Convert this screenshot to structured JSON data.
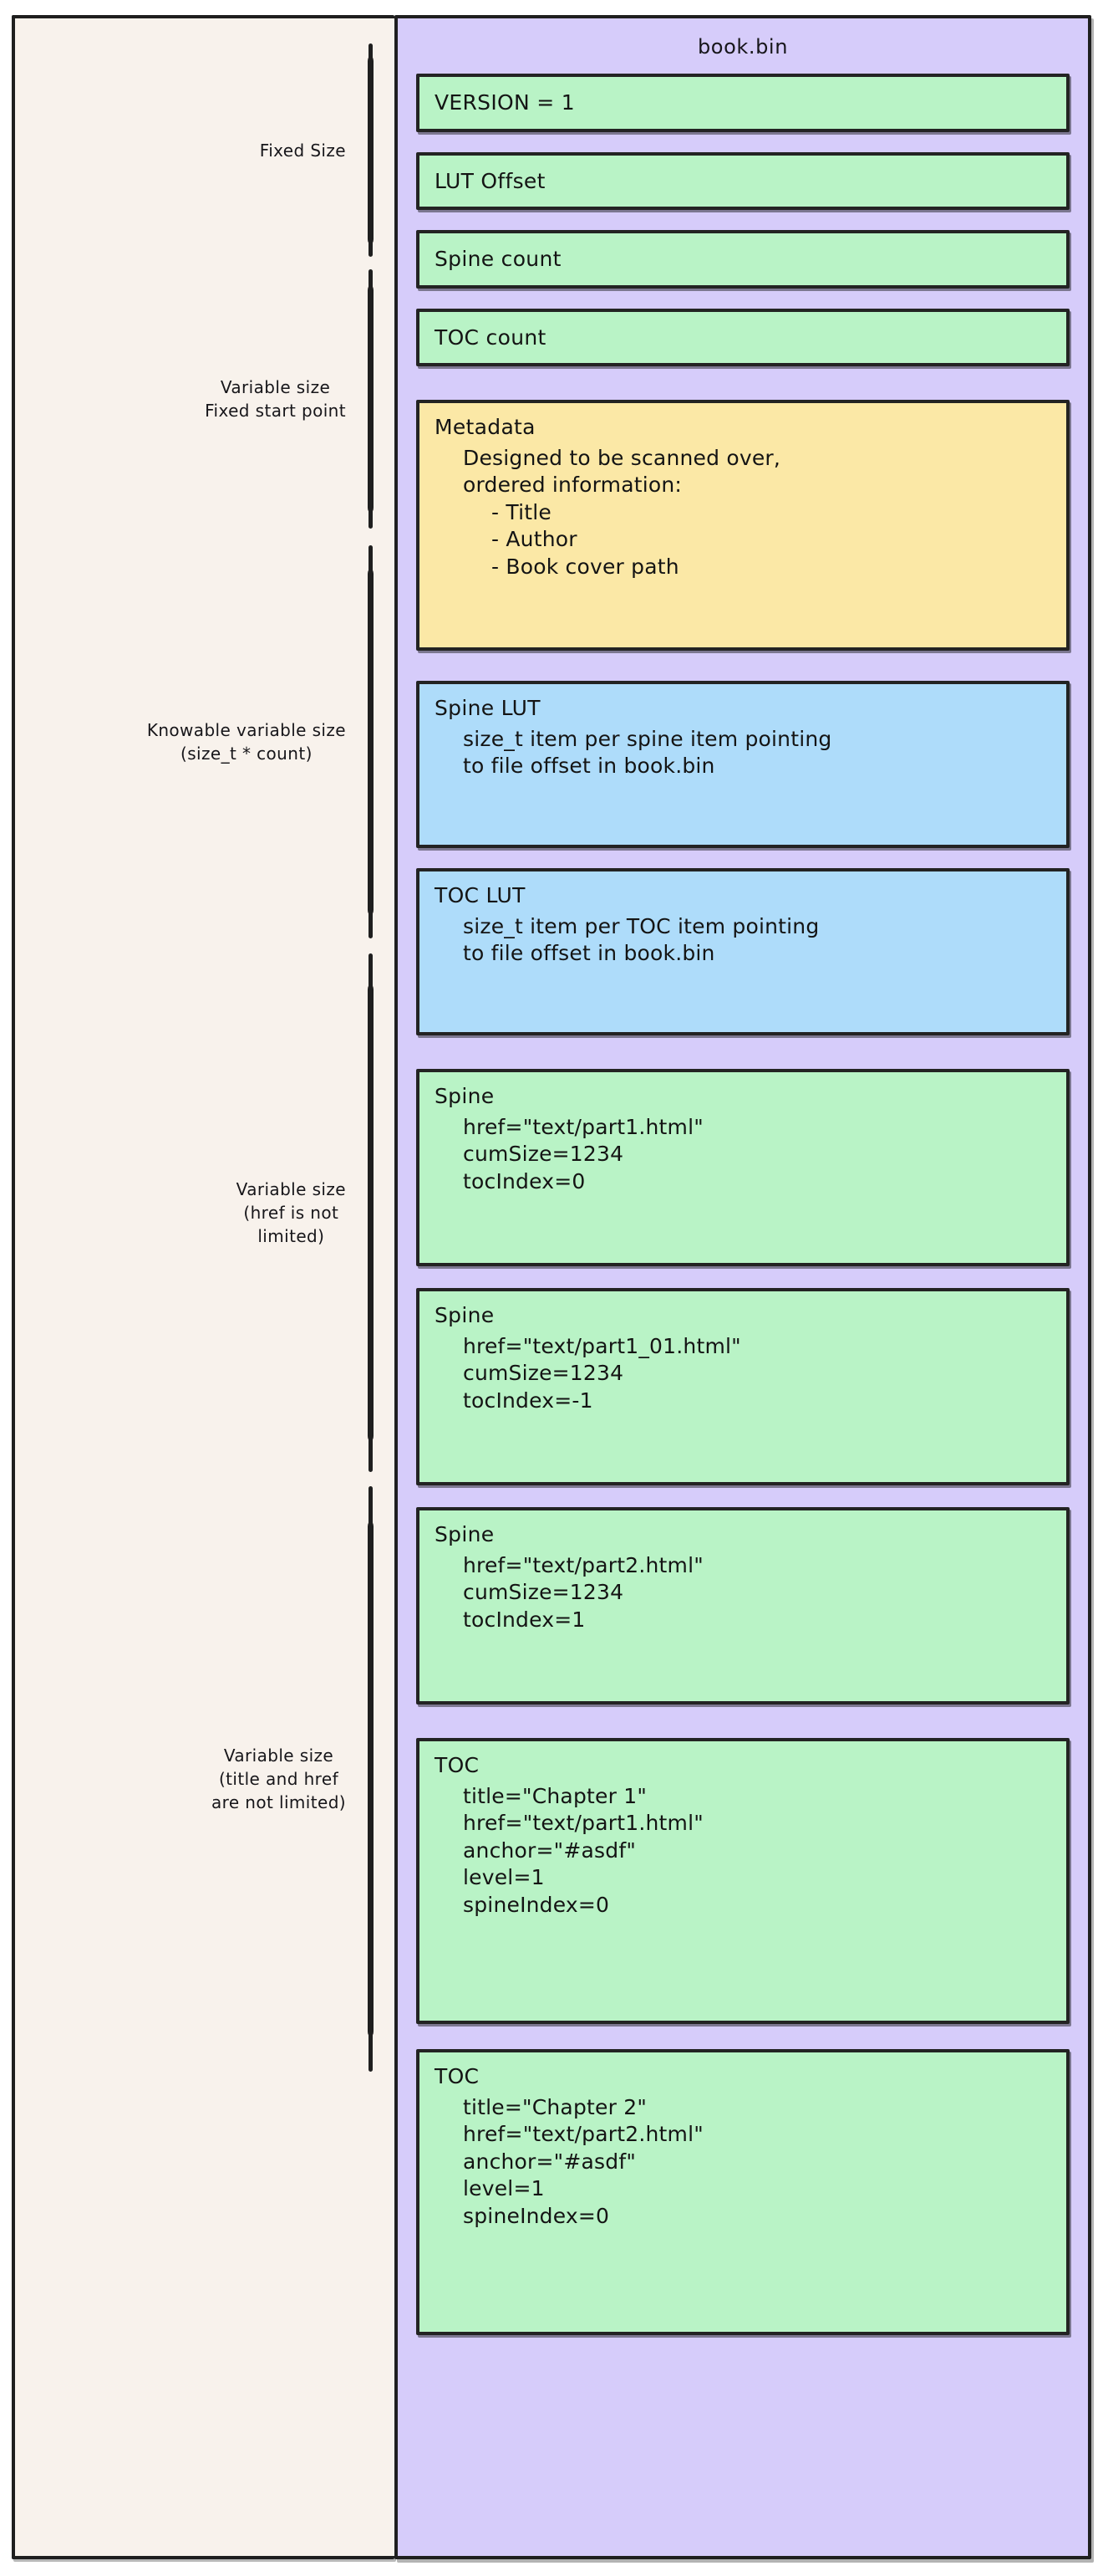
{
  "colors": {
    "page_background": "#ffffff",
    "annotation_panel": "#f8f2ec",
    "container": "#d6ccfa",
    "record_green": "#b9f3c6",
    "record_yellow": "#fbe8a6",
    "record_blue": "#aedcfa",
    "stroke": "#1f1f1f",
    "text": "#141414"
  },
  "container": {
    "title": "book.bin"
  },
  "annotations": [
    {
      "id": "fixed-size",
      "label": "Fixed Size"
    },
    {
      "id": "variable-fixed-start",
      "label": "Variable size\nFixed start point"
    },
    {
      "id": "knowable-variable",
      "label": "Knowable variable size\n(size_t * count)"
    },
    {
      "id": "variable-href",
      "label": "Variable size\n(href is not\nlimited)"
    },
    {
      "id": "variable-title-href",
      "label": "Variable size\n(title and href\nare not limited)"
    }
  ],
  "records": [
    {
      "id": "version",
      "kind": "green",
      "head": "VERSION = 1",
      "lines": []
    },
    {
      "id": "lut-offset",
      "kind": "green",
      "head": "LUT Offset",
      "lines": []
    },
    {
      "id": "spine-count",
      "kind": "green",
      "head": "Spine count",
      "lines": []
    },
    {
      "id": "toc-count",
      "kind": "green",
      "head": "TOC count",
      "lines": []
    },
    {
      "id": "metadata",
      "kind": "yellow",
      "head": "Metadata",
      "lines": [
        {
          "text": "Designed to be scanned over,",
          "indent": 0
        },
        {
          "text": "ordered information:",
          "indent": 0
        },
        {
          "text": "- Title",
          "indent": 1
        },
        {
          "text": "- Author",
          "indent": 1
        },
        {
          "text": "- Book cover path",
          "indent": 1
        }
      ]
    },
    {
      "id": "spine-lut",
      "kind": "blue",
      "head": "Spine LUT",
      "lines": [
        {
          "text": "size_t item per spine item pointing",
          "indent": 0
        },
        {
          "text": "to file offset in book.bin",
          "indent": 0
        }
      ]
    },
    {
      "id": "toc-lut",
      "kind": "blue",
      "head": "TOC LUT",
      "lines": [
        {
          "text": "size_t item per TOC item pointing",
          "indent": 0
        },
        {
          "text": "to file offset in book.bin",
          "indent": 0
        }
      ]
    },
    {
      "id": "spine-1",
      "kind": "green",
      "head": "Spine",
      "lines": [
        {
          "text": "href=\"text/part1.html\"",
          "indent": 0
        },
        {
          "text": "cumSize=1234",
          "indent": 0
        },
        {
          "text": "tocIndex=0",
          "indent": 0
        }
      ]
    },
    {
      "id": "spine-2",
      "kind": "green",
      "head": "Spine",
      "lines": [
        {
          "text": "href=\"text/part1_01.html\"",
          "indent": 0
        },
        {
          "text": "cumSize=1234",
          "indent": 0
        },
        {
          "text": "tocIndex=-1",
          "indent": 0
        }
      ]
    },
    {
      "id": "spine-3",
      "kind": "green",
      "head": "Spine",
      "lines": [
        {
          "text": "href=\"text/part2.html\"",
          "indent": 0
        },
        {
          "text": "cumSize=1234",
          "indent": 0
        },
        {
          "text": "tocIndex=1",
          "indent": 0
        }
      ]
    },
    {
      "id": "toc-1",
      "kind": "green",
      "head": "TOC",
      "lines": [
        {
          "text": "title=\"Chapter 1\"",
          "indent": 0
        },
        {
          "text": "href=\"text/part1.html\"",
          "indent": 0
        },
        {
          "text": "anchor=\"#asdf\"",
          "indent": 0
        },
        {
          "text": "level=1",
          "indent": 0
        },
        {
          "text": "spineIndex=0",
          "indent": 0
        }
      ]
    },
    {
      "id": "toc-2",
      "kind": "green",
      "head": "TOC",
      "lines": [
        {
          "text": "title=\"Chapter 2\"",
          "indent": 0
        },
        {
          "text": "href=\"text/part2.html\"",
          "indent": 0
        },
        {
          "text": "anchor=\"#asdf\"",
          "indent": 0
        },
        {
          "text": "level=1",
          "indent": 0
        },
        {
          "text": "spineIndex=0",
          "indent": 0
        }
      ]
    }
  ]
}
